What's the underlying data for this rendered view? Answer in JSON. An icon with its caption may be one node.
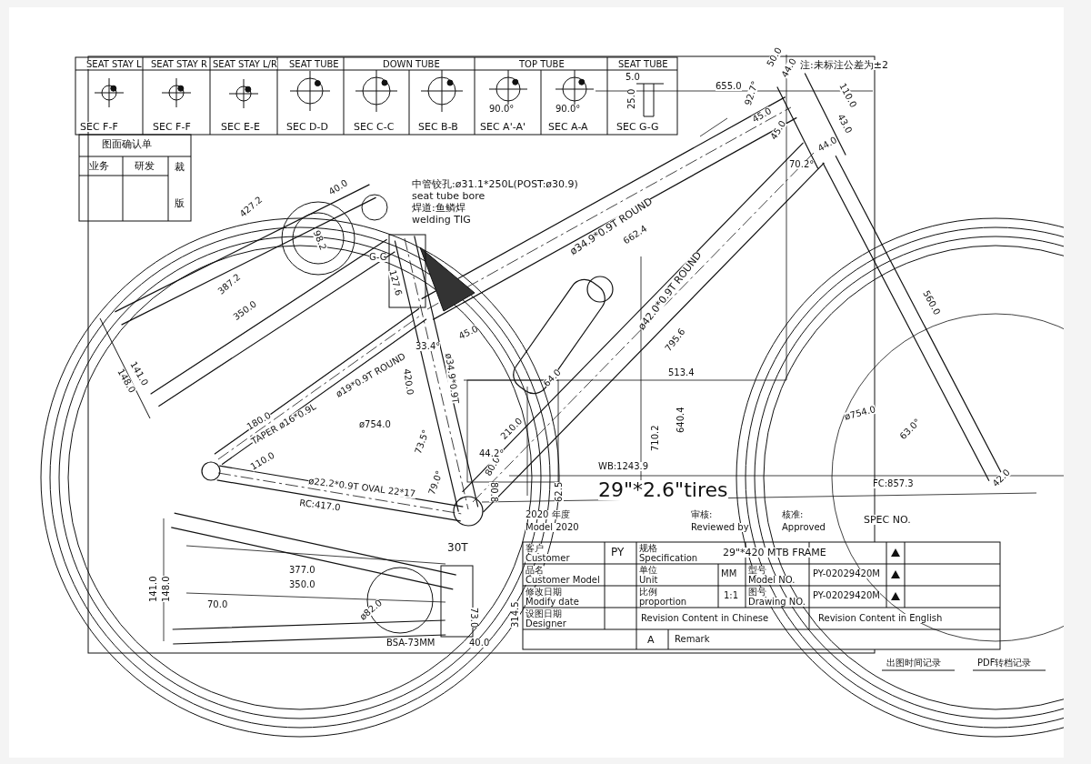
{
  "diagram": {
    "labels": [
      "SEAT STAY L",
      "SEAT STAY R",
      "SEAT STAY L/R",
      "SEAT TUBE",
      "DOWN TUBE",
      "TOP TUBE",
      "SEAT TUBE",
      "5.0",
      "25.0",
      "90.0°",
      "90.0°",
      "SEC F-F",
      "SEC F-F",
      "SEC E-E",
      "SEC D-D",
      "SEC C-C",
      "SEC B-B",
      "SEC A'-A'",
      "SEC A-A",
      "SEC G-G",
      "图面确认单",
      "业务",
      "研发",
      "裁",
      "版",
      "注:未标注公差为±2",
      "中管铰孔:ø31.1*250L(POST:ø30.9)",
      "seat tube bore",
      "焊道:鱼鳞焊",
      "welding TIG",
      "655.0",
      "92.7°",
      "50.0",
      "44.0",
      "45.0",
      "45.0",
      "110.0",
      "43.0",
      "44.0",
      "70.2°",
      "427.2",
      "40.0",
      "98.2",
      "387.2",
      "350.0",
      "141.0",
      "148.0",
      "127.6",
      "G-G",
      "ø34.9*0.9T ROUND",
      "662.4",
      "ø42.0*0.9T ROUND",
      "795.6",
      "45.0",
      "ø34.9*0.9T",
      "33.4°",
      "420.0",
      "ø19*0.9T ROUND",
      "180.0",
      "TAPER ø16*0.9L",
      "110.0",
      "ø754.0",
      "73.5°",
      "79.0°",
      "80.0",
      "80.8",
      "62.5",
      "44.2°",
      "210.0",
      "64.0",
      "513.4",
      "640.4",
      "710.2",
      "WB:1243.9",
      "29\"*2.6\"tires",
      "FC:857.3",
      "RC:417.0",
      "ø22.2*0.9T OVAL 22*17",
      "ø754.0",
      "63.0°",
      "42.0",
      "560.0",
      "377.0",
      "350.0",
      "70.0",
      "141.0",
      "148.0",
      "ø82.0",
      "30T",
      "73.0",
      "BSA-73MM",
      "40.0",
      "314.5",
      "2020 年度",
      "Model 2020",
      "审核:",
      "Reviewed by",
      "核准:",
      "Approved",
      "SPEC NO.",
      "客户",
      "Customer",
      "PY",
      "规格",
      "Specification",
      "29\"*420 MTB FRAME",
      "品名",
      "Customer Model",
      "单位",
      "Unit",
      "MM",
      "型号",
      "Model NO.",
      "PY-02029420M",
      "修改日期",
      "Modify date",
      "比例",
      "proportion",
      "1:1",
      "图号",
      "Drawing NO.",
      "PY-02029420M",
      "设图日期",
      "Designer",
      "Revision Content in Chinese",
      "Revision Content in English",
      "A",
      "Remark",
      "出图时间记录",
      "PDF转档记录"
    ]
  }
}
